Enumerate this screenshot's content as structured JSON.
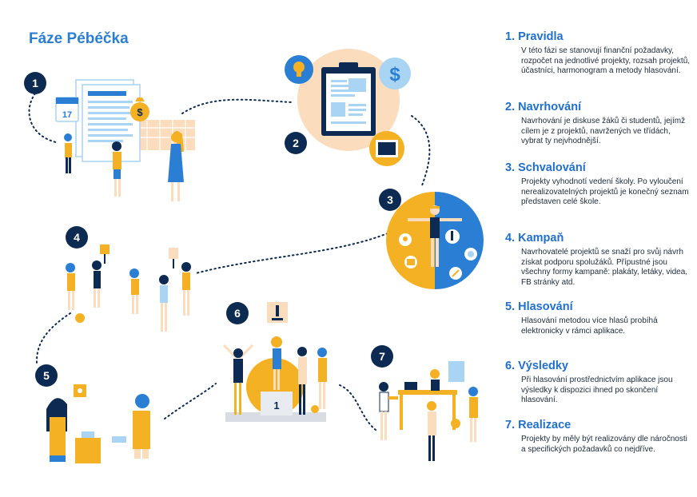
{
  "title": "Fáze Pébéčka",
  "stage_numbers": [
    "1",
    "2",
    "3",
    "4",
    "5",
    "6",
    "7"
  ],
  "podium_label": "1",
  "calendar_day": "17",
  "colors": {
    "title": "#2a7fd4",
    "step_title": "#1f6fd1",
    "number_badge": "#0d2b52",
    "accent_yellow": "#f4b124",
    "accent_blue": "#2a7fd4",
    "light_blue": "#a9d4f3",
    "peach": "#fbdcbc"
  },
  "icons": [
    "lightbulb-icon",
    "dollar-icon",
    "calendar-icon",
    "money-bag-icon",
    "microscope-icon",
    "clipboard-icon",
    "photo-icon",
    "gift-icon"
  ],
  "steps": [
    {
      "title": "1. Pravidla",
      "desc": "V této fázi se stanovují finanční požadavky, rozpočet na jednotlivé projekty, rozsah projektů, účastníci, harmonogram a metody hlasování."
    },
    {
      "title": "2. Navrhování",
      "desc": "Navrhování je diskuse žáků či studentů, jejímž cílem je z projektů, navržených ve třídách, vybrat ty nejvhodnější."
    },
    {
      "title": "3. Schvalování",
      "desc": "Projekty vyhodnotí vedení školy. Po vyloučení nerealizovatelných projektů je konečný seznam představen celé škole."
    },
    {
      "title": "4. Kampaň",
      "desc": "Navrhovatelé projektů se snaží pro svůj návrh získat podporu spolužáků. Přípustné jsou všechny formy kampaně: plakáty, letáky, videa, FB stránky atd."
    },
    {
      "title": "5. Hlasování",
      "desc": "Hlasování metodou více hlasů probíhá elektronicky v rámci aplikace."
    },
    {
      "title": "6. Výsledky",
      "desc": "Při hlasování prostřednictvím aplikace jsou výsledky k dispozici ihned po skončení hlasování."
    },
    {
      "title": "7. Realizace",
      "desc": "Projekty by měly být realizovány dle náročnosti a specifických požadavků co nejdříve."
    }
  ]
}
